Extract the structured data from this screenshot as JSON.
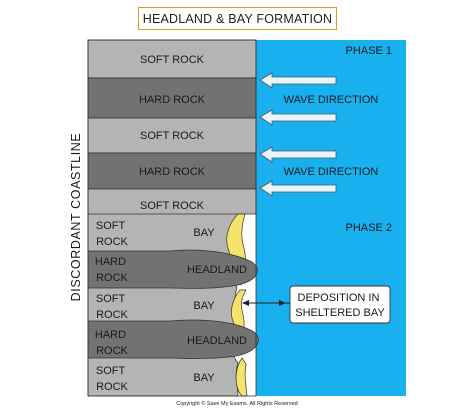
{
  "title": "HEADLAND & BAY FORMATION",
  "side_label": "DISCORDANT COASTLINE",
  "phase1": {
    "label": "PHASE 1",
    "bands": [
      "SOFT ROCK",
      "HARD ROCK",
      "SOFT ROCK",
      "HARD ROCK",
      "SOFT ROCK"
    ],
    "wave_labels": [
      "WAVE DIRECTION",
      "WAVE DIRECTION"
    ]
  },
  "phase2": {
    "label": "PHASE 2",
    "rock_labels": [
      [
        "SOFT",
        "ROCK"
      ],
      [
        "HARD",
        "ROCK"
      ],
      [
        "SOFT",
        "ROCK"
      ],
      [
        "HARD",
        "ROCK"
      ],
      [
        "SOFT",
        "ROCK"
      ]
    ],
    "feature_labels": [
      "BAY",
      "HEADLAND",
      "BAY",
      "HEADLAND",
      "BAY"
    ],
    "callout": [
      "DEPOSITION IN",
      "SHELTERED BAY"
    ]
  },
  "copyright": "Copyright © Save My Exams. All Rights Reserved",
  "colors": {
    "soft_rock": "#b4b4b4",
    "hard_rock": "#727272",
    "sea": "#19b0f0",
    "sand": "#f5e36a",
    "arrow_fill": "#e4f6fd",
    "title_border": "#c9a227"
  }
}
